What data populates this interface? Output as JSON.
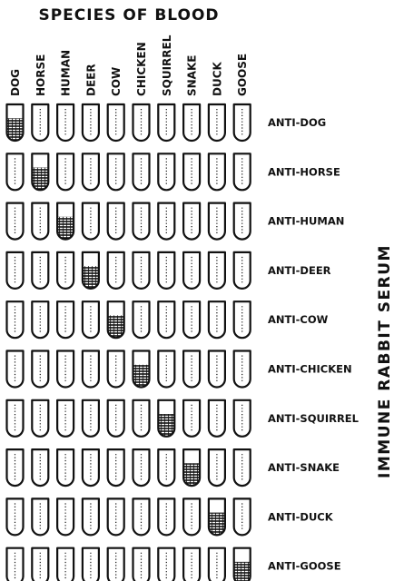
{
  "title": "SPECIES OF BLOOD",
  "side_label": "IMMUNE RABBIT SERUM",
  "species": [
    "DOG",
    "HORSE",
    "HUMAN",
    "DEER",
    "COW",
    "CHICKEN",
    "SQUIRREL",
    "SNAKE",
    "DUCK",
    "GOOSE"
  ],
  "sera": [
    "ANTI-DOG",
    "ANTI-HORSE",
    "ANTI-HUMAN",
    "ANTI-DEER",
    "ANTI-COW",
    "ANTI-CHICKEN",
    "ANTI-SQUIRREL",
    "ANTI-SNAKE",
    "ANTI-DUCK",
    "ANTI-GOOSE"
  ],
  "precipitate": [
    [
      1,
      0,
      0,
      0,
      0,
      0,
      0,
      0,
      0,
      0
    ],
    [
      0,
      1,
      0,
      0,
      0,
      0,
      0,
      0,
      0,
      0
    ],
    [
      0,
      0,
      1,
      0,
      0,
      0,
      0,
      0,
      0,
      0
    ],
    [
      0,
      0,
      0,
      1,
      0,
      0,
      0,
      0,
      0,
      0
    ],
    [
      0,
      0,
      0,
      0,
      1,
      0,
      0,
      0,
      0,
      0
    ],
    [
      0,
      0,
      0,
      0,
      0,
      1,
      0,
      0,
      0,
      0
    ],
    [
      0,
      0,
      0,
      0,
      0,
      0,
      1,
      0,
      0,
      0
    ],
    [
      0,
      0,
      0,
      0,
      0,
      0,
      0,
      1,
      0,
      0
    ],
    [
      0,
      0,
      0,
      0,
      0,
      0,
      0,
      0,
      1,
      0
    ],
    [
      0,
      0,
      0,
      0,
      0,
      0,
      0,
      0,
      0,
      1
    ]
  ],
  "colors": {
    "ink": "#111111",
    "paper": "#ffffff"
  }
}
